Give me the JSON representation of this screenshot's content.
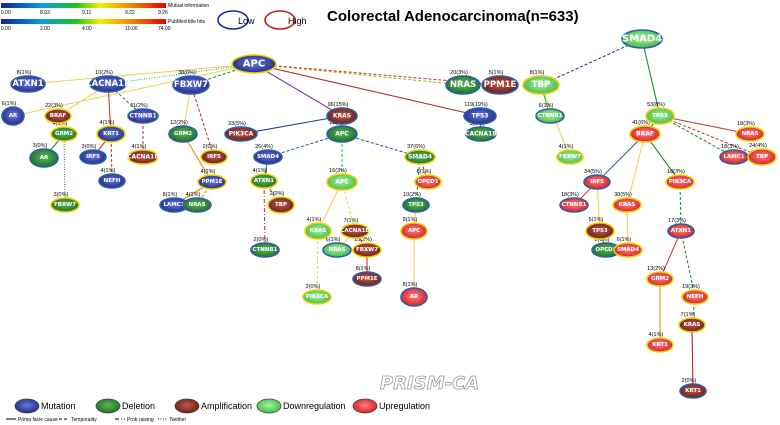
{
  "title": "Colorectal Adenocarcinoma(n=633)",
  "watermark": "PRISM-CA",
  "scales": {
    "mi_label": "Mutual information",
    "mi_ticks": [
      "0.00",
      "8.93",
      "9.11",
      "9.22",
      "9.26"
    ],
    "pubmed_label": "PubMed title hits",
    "pubmed_ticks": [
      "0.00",
      "2.00",
      "4.00",
      "10.00",
      "74.00"
    ],
    "low_label": "Low",
    "high_label": "High"
  },
  "legend": {
    "types": [
      {
        "key": "mutation",
        "label": "Mutation"
      },
      {
        "key": "deletion",
        "label": "Deletion"
      },
      {
        "key": "amplification",
        "label": "Amplification"
      },
      {
        "key": "down",
        "label": "Downregulation"
      },
      {
        "key": "up",
        "label": "Upregulation"
      }
    ],
    "edges": [
      {
        "style": "solid",
        "label": "Prima facie cause"
      },
      {
        "style": "dash",
        "label": "Temporality"
      },
      {
        "style": "dashdot",
        "label": "Prob raising"
      },
      {
        "style": "dot",
        "label": "Neither"
      }
    ]
  },
  "type_colors": {
    "mutation": "#2a3aa8",
    "deletion": "#2e8a3a",
    "amplification": "#8b2a22",
    "down": "#66d466",
    "up": "#e8323a"
  },
  "nodes": [
    {
      "id": "apc",
      "label": "APC",
      "type": "mutation",
      "border": "#f2d000"
    },
    {
      "id": "smad4r",
      "label": "SMAD4",
      "type": "down",
      "border": "#2e5fa8"
    },
    {
      "id": "atxn1a",
      "label": "ATXN1",
      "type": "mutation",
      "border": "#2e5fa8"
    },
    {
      "id": "cacna1b",
      "label": "CACNA1B",
      "type": "mutation",
      "border": "#2e5fa8"
    },
    {
      "id": "fbxw7",
      "label": "FBXW7",
      "type": "mutation",
      "border": "#2e5fa8"
    },
    {
      "id": "nras",
      "label": "NRAS",
      "type": "deletion",
      "border": "#2e5fa8"
    },
    {
      "id": "ppm1e",
      "label": "PPM1E",
      "type": "amplification",
      "border": "#2e5fa8"
    },
    {
      "id": "tbp",
      "label": "TBP",
      "type": "down",
      "border": "#f2d000"
    },
    {
      "id": "ar1",
      "label": "AR",
      "type": "mutation",
      "border": "#2e5fa8"
    },
    {
      "id": "braf1",
      "label": "BRAF",
      "type": "amplification",
      "border": "#f2d000"
    },
    {
      "id": "grm2a",
      "label": "GRM2",
      "type": "deletion",
      "border": "#f2d000"
    },
    {
      "id": "ar2",
      "label": "AR",
      "type": "deletion",
      "border": "#2e5fa8"
    },
    {
      "id": "krt1a",
      "label": "KRT1",
      "type": "mutation",
      "border": "#f2d000"
    },
    {
      "id": "irf5a",
      "label": "IRF5",
      "type": "mutation",
      "border": "#2e5fa8"
    },
    {
      "id": "nefha",
      "label": "NEFH",
      "type": "mutation",
      "border": "#2e5fa8"
    },
    {
      "id": "ctnnb1a",
      "label": "CTNNB1",
      "type": "mutation",
      "border": "#2e5fa8"
    },
    {
      "id": "cacna1b2",
      "label": "CACNA1B",
      "type": "amplification",
      "border": "#f2d000"
    },
    {
      "id": "fbxw7b",
      "label": "FBXW7",
      "type": "deletion",
      "border": "#f2d000"
    },
    {
      "id": "grm2b",
      "label": "GRM2",
      "type": "deletion",
      "border": "#2e5fa8"
    },
    {
      "id": "ppm1eb",
      "label": "PPM1E",
      "type": "mutation",
      "border": "#f2d000"
    },
    {
      "id": "lamc1a",
      "label": "LAMC1",
      "type": "mutation",
      "border": "#2e5fa8"
    },
    {
      "id": "nrasb",
      "label": "NRAS",
      "type": "deletion",
      "border": "#2e5fa8"
    },
    {
      "id": "irf5b",
      "label": "IRF5",
      "type": "amplification",
      "border": "#f2d000"
    },
    {
      "id": "pik3ca1",
      "label": "PIK3CA",
      "type": "amplification",
      "border": "#2e5fa8"
    },
    {
      "id": "kras1",
      "label": "KRAS",
      "type": "amplification",
      "border": "#2e5fa8"
    },
    {
      "id": "apc2",
      "label": "APC",
      "type": "deletion",
      "border": "#2e5fa8"
    },
    {
      "id": "tp53a",
      "label": "TP53",
      "type": "mutation",
      "border": "#2e5fa8"
    },
    {
      "id": "cacna1b3",
      "label": "CACNA1B",
      "type": "deletion",
      "border": "#2e5fa8"
    },
    {
      "id": "smad4b",
      "label": "SMAD4",
      "type": "mutation",
      "border": "#2e5fa8"
    },
    {
      "id": "atxn1b",
      "label": "ATXN1",
      "type": "deletion",
      "border": "#f2d000"
    },
    {
      "id": "tbp2",
      "label": "TBP",
      "type": "amplification",
      "border": "#f2d000"
    },
    {
      "id": "ctnnb1b",
      "label": "CTNNB1",
      "type": "deletion",
      "border": "#2e5fa8"
    },
    {
      "id": "apc3",
      "label": "APC",
      "type": "down",
      "border": "#f2d000"
    },
    {
      "id": "kras2",
      "label": "KRAS",
      "type": "down",
      "border": "#f2d000"
    },
    {
      "id": "cacna1b4",
      "label": "CACNA1B",
      "type": "amplification",
      "border": "#f2d000"
    },
    {
      "id": "nras3",
      "label": "NRAS",
      "type": "down",
      "border": "#2e5fa8"
    },
    {
      "id": "fbxw7c",
      "label": "FBXW7",
      "type": "amplification",
      "border": "#f2d000"
    },
    {
      "id": "ppm1ec",
      "label": "PPM1E",
      "type": "amplification",
      "border": "#2e5fa8"
    },
    {
      "id": "pik3ca2",
      "label": "PIK3CA",
      "type": "down",
      "border": "#f2d000"
    },
    {
      "id": "smad4c",
      "label": "SMAD4",
      "type": "deletion",
      "border": "#f2d000"
    },
    {
      "id": "tp53b",
      "label": "TP53",
      "type": "deletion",
      "border": "#2e5fa8"
    },
    {
      "id": "opcd1",
      "label": "OPCD1",
      "type": "up",
      "border": "#f2d000"
    },
    {
      "id": "apc4",
      "label": "APC",
      "type": "up",
      "border": "#f2d000"
    },
    {
      "id": "ar3",
      "label": "AR",
      "type": "up",
      "border": "#2e5fa8"
    },
    {
      "id": "ctnnb1c",
      "label": "CTNNB1",
      "type": "down",
      "border": "#2e5fa8"
    },
    {
      "id": "fbxw7d",
      "label": "FBXW7",
      "type": "down",
      "border": "#f2d000"
    },
    {
      "id": "tp53c",
      "label": "TP53",
      "type": "down",
      "border": "#f2d000"
    },
    {
      "id": "nras4",
      "label": "NRAS",
      "type": "up",
      "border": "#f2d000"
    },
    {
      "id": "lamc1b",
      "label": "LAMC1",
      "type": "up",
      "border": "#2e5fa8"
    },
    {
      "id": "tbp3",
      "label": "TBP",
      "type": "up",
      "border": "#f2d000"
    },
    {
      "id": "braf2",
      "label": "BRAF",
      "type": "up",
      "border": "#f2d000"
    },
    {
      "id": "irf5c",
      "label": "IRF5",
      "type": "up",
      "border": "#2e5fa8"
    },
    {
      "id": "ctnnb1d",
      "label": "CTNNB1",
      "type": "up",
      "border": "#2e5fa8"
    },
    {
      "id": "tp53d",
      "label": "TP53",
      "type": "amplification",
      "border": "#f2d000"
    },
    {
      "id": "opcd1b",
      "label": "OPCD1",
      "type": "deletion",
      "border": "#2e5fa8"
    },
    {
      "id": "kras3",
      "label": "KRAS",
      "type": "up",
      "border": "#f2d000"
    },
    {
      "id": "smad4d",
      "label": "SMAD4",
      "type": "up",
      "border": "#f2d000"
    },
    {
      "id": "pik3ca3",
      "label": "PIK3CA",
      "type": "up",
      "border": "#f2d000"
    },
    {
      "id": "atxn1c",
      "label": "ATXN1",
      "type": "up",
      "border": "#2e5fa8"
    },
    {
      "id": "grm2c",
      "label": "GRM2",
      "type": "up",
      "border": "#f2d000"
    },
    {
      "id": "nefhb",
      "label": "NEFH",
      "type": "up",
      "border": "#f2d000"
    },
    {
      "id": "kras4",
      "label": "KRAS",
      "type": "amplification",
      "border": "#f2d000"
    },
    {
      "id": "krt1b",
      "label": "KRT1",
      "type": "up",
      "border": "#f2d000"
    },
    {
      "id": "krt1c",
      "label": "KRT1",
      "type": "amplification",
      "border": "#2e5fa8"
    }
  ],
  "edges": [
    {
      "from": "apc",
      "to": "atxn1a",
      "label": "8(1%)",
      "style": "solid",
      "color": "#f0d060"
    },
    {
      "from": "apc",
      "to": "cacna1b",
      "label": "10(2%)",
      "style": "dot",
      "color": "#3cb83c"
    },
    {
      "from": "apc",
      "to": "fbxw7",
      "label": "38(6%)",
      "style": "dash",
      "color": "#2e8a3a"
    },
    {
      "from": "apc",
      "to": "nras",
      "label": "20(3%)",
      "style": "dash",
      "color": "#b0b000"
    },
    {
      "from": "apc",
      "to": "ppm1e",
      "label": "5(1%)",
      "style": "dash",
      "color": "#c04040"
    },
    {
      "from": "apc",
      "to": "kras1",
      "label": "96(15%)",
      "style": "solid",
      "color": "#7a3a9a"
    },
    {
      "from": "apc",
      "to": "tp53a",
      "label": "119(19%)",
      "style": "solid",
      "color": "#b03030"
    },
    {
      "from": "apc",
      "to": "ar1",
      "label": "6(1%)",
      "style": "solid",
      "color": "#f0d060"
    },
    {
      "from": "smad4r",
      "to": "tbp",
      "label": "8(1%)",
      "style": "dash",
      "color": "#2040a0"
    },
    {
      "from": "smad4r",
      "to": "tp53c",
      "label": "53(8%)",
      "style": "solid",
      "color": "#2e8a3a"
    },
    {
      "from": "cacna1b",
      "to": "braf1",
      "label": "22(3%)",
      "style": "solid",
      "color": "#f0d060"
    },
    {
      "from": "cacna1b",
      "to": "krt1a",
      "label": "4(1%)",
      "style": "solid",
      "color": "#c04040"
    },
    {
      "from": "cacna1b",
      "to": "ctnnb1a",
      "label": "11(2%)",
      "style": "dash",
      "color": "#2e8a3a"
    },
    {
      "from": "braf1",
      "to": "grm2a",
      "label": "4(1%)",
      "style": "solid",
      "color": "#f0d060"
    },
    {
      "from": "grm2a",
      "to": "ar2",
      "label": "3(0%)",
      "style": "solid",
      "color": "#2e8a3a"
    },
    {
      "from": "grm2a",
      "to": "fbxw7b",
      "label": "3(0%)",
      "style": "dot",
      "color": "#2e8a3a"
    },
    {
      "from": "krt1a",
      "to": "irf5a",
      "label": "3(0%)",
      "style": "solid",
      "color": "#c04040"
    },
    {
      "from": "krt1a",
      "to": "nefha",
      "label": "4(1%)",
      "style": "dash",
      "color": "#c04040"
    },
    {
      "from": "ctnnb1a",
      "to": "cacna1b2",
      "label": "4(1%)",
      "style": "dash",
      "color": "#c04040"
    },
    {
      "from": "fbxw7",
      "to": "grm2b",
      "label": "12(2%)",
      "style": "solid",
      "color": "#f0d060"
    },
    {
      "from": "fbxw7",
      "to": "irf5b",
      "label": "2(0%)",
      "style": "dash",
      "color": "#c04040"
    },
    {
      "from": "grm2b",
      "to": "ppm1eb",
      "label": "4(1%)",
      "style": "solid",
      "color": "#e88a00"
    },
    {
      "from": "ppm1eb",
      "to": "lamc1a",
      "label": "8(1%)",
      "style": "solid",
      "color": "#e88a00"
    },
    {
      "from": "ppm1eb",
      "to": "nrasb",
      "label": "4(1%)",
      "style": "dash",
      "color": "#e88a00"
    },
    {
      "from": "kras1",
      "to": "pik3ca1",
      "label": "33(5%)",
      "style": "solid",
      "color": "#2040a0"
    },
    {
      "from": "kras1",
      "to": "apc2",
      "label": "18(3%)",
      "style": "solid",
      "color": "#2e8a3a"
    },
    {
      "from": "apc2",
      "to": "smad4b",
      "label": "26(4%)",
      "style": "dash",
      "color": "#2e5fa8"
    },
    {
      "from": "apc2",
      "to": "apc3",
      "label": "16(3%)",
      "style": "dash",
      "color": "#3cb83c"
    },
    {
      "from": "apc2",
      "to": "smad4c",
      "label": "37(6%)",
      "style": "dash",
      "color": "#2e5fa8"
    },
    {
      "from": "smad4b",
      "to": "atxn1b",
      "label": "4(1%)",
      "style": "solid",
      "color": "#2e8a3a"
    },
    {
      "from": "atxn1b",
      "to": "tbp2",
      "label": "2(0%)",
      "style": "dash",
      "color": "#c04040"
    },
    {
      "from": "atxn1b",
      "to": "ctnnb1b",
      "label": "2(0%)",
      "style": "dashdot",
      "color": "#c04040"
    },
    {
      "from": "apc3",
      "to": "kras2",
      "label": "4(1%)",
      "style": "solid",
      "color": "#f0d060"
    },
    {
      "from": "apc3",
      "to": "cacna1b4",
      "label": "7(1%)",
      "style": "dash",
      "color": "#f0d060"
    },
    {
      "from": "cacna1b4",
      "to": "nras3",
      "label": "6(1%)",
      "style": "solid",
      "color": "#f0d060"
    },
    {
      "from": "cacna1b4",
      "to": "fbxw7c",
      "label": "15(2%)",
      "style": "dash",
      "color": "#c04040"
    },
    {
      "from": "fbxw7c",
      "to": "ppm1ec",
      "label": "8(1%)",
      "style": "solid",
      "color": "#c04040"
    },
    {
      "from": "kras2",
      "to": "pik3ca2",
      "label": "2(0%)",
      "style": "dash",
      "color": "#f0d060"
    },
    {
      "from": "smad4c",
      "to": "tp53b",
      "label": "10(2%)",
      "style": "dash",
      "color": "#2e8a3a"
    },
    {
      "from": "smad4c",
      "to": "opcd1",
      "label": "8(1%)",
      "style": "dash",
      "color": "#c04040"
    },
    {
      "from": "tp53b",
      "to": "apc4",
      "label": "9(1%)",
      "style": "solid",
      "color": "#f0d060"
    },
    {
      "from": "apc4",
      "to": "ar3",
      "label": "8(1%)",
      "style": "solid",
      "color": "#f0d060"
    },
    {
      "from": "tp53a",
      "to": "cacna1b3",
      "label": "3(0%)",
      "style": "solid",
      "color": "#2e8a3a"
    },
    {
      "from": "tbp",
      "to": "ctnnb1c",
      "label": "6(1%)",
      "style": "solid",
      "color": "#3cb83c"
    },
    {
      "from": "tbp",
      "to": "fbxw7d",
      "label": "4(1%)",
      "style": "solid",
      "color": "#f0d060"
    },
    {
      "from": "tp53c",
      "to": "braf2",
      "label": "41(6%)",
      "style": "solid",
      "color": "#2e8a3a"
    },
    {
      "from": "tp53c",
      "to": "nras4",
      "label": "18(3%)",
      "style": "solid",
      "color": "#c04040"
    },
    {
      "from": "tp53c",
      "to": "lamc1b",
      "label": "18(3%)",
      "style": "dash",
      "color": "#2e8a3a"
    },
    {
      "from": "tp53c",
      "to": "tbp3",
      "label": "24(4%)",
      "style": "dash",
      "color": "#c04040"
    },
    {
      "from": "braf2",
      "to": "irf5c",
      "label": "34(5%)",
      "style": "solid",
      "color": "#2e5fa8"
    },
    {
      "from": "braf2",
      "to": "kras3",
      "label": "30(5%)",
      "style": "solid",
      "color": "#f0d060"
    },
    {
      "from": "braf2",
      "to": "pik3ca3",
      "label": "18(3%)",
      "style": "solid",
      "color": "#2e8a3a"
    },
    {
      "from": "irf5c",
      "to": "ctnnb1d",
      "label": "18(3%)",
      "style": "solid",
      "color": "#c04040"
    },
    {
      "from": "irf5c",
      "to": "tp53d",
      "label": "5(1%)",
      "style": "solid",
      "color": "#f0d060"
    },
    {
      "from": "tp53d",
      "to": "opcd1b",
      "label": "2(0%)",
      "style": "solid",
      "color": "#2e8a3a"
    },
    {
      "from": "kras3",
      "to": "smad4d",
      "label": "6(1%)",
      "style": "solid",
      "color": "#f0d060"
    },
    {
      "from": "pik3ca3",
      "to": "atxn1c",
      "label": "17(3%)",
      "style": "dash",
      "color": "#2e8a3a"
    },
    {
      "from": "atxn1c",
      "to": "grm2c",
      "label": "13(2%)",
      "style": "solid",
      "color": "#c04040"
    },
    {
      "from": "atxn1c",
      "to": "nefhb",
      "label": "19(3%)",
      "style": "dash",
      "color": "#2e8a3a"
    },
    {
      "from": "grm2c",
      "to": "krt1b",
      "label": "4(1%)",
      "style": "solid",
      "color": "#e88a00"
    },
    {
      "from": "nefhb",
      "to": "kras4",
      "label": "7(1%)",
      "style": "dash",
      "color": "#2e8a3a"
    },
    {
      "from": "kras4",
      "to": "krt1c",
      "label": "2(0%)",
      "style": "solid",
      "color": "#c02020"
    }
  ]
}
